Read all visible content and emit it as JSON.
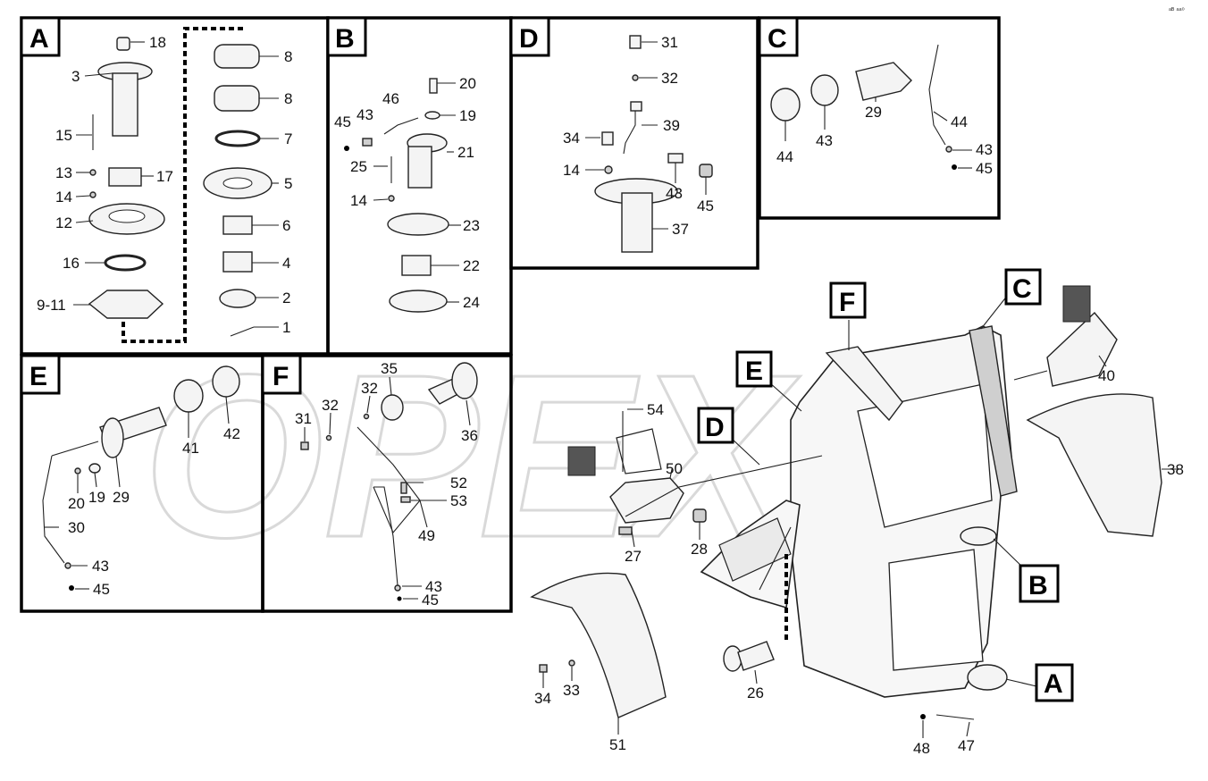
{
  "diagram": {
    "corner_mark": "ᵃᴮ ᵃᵃ⁰",
    "watermark": "OPEX",
    "panels": {
      "A": {
        "letter": "A",
        "labels": [
          "18",
          "3",
          "15",
          "13",
          "17",
          "14",
          "12",
          "16",
          "9-11",
          "8",
          "8",
          "7",
          "5",
          "6",
          "4",
          "2",
          "1"
        ]
      },
      "B": {
        "letter": "B",
        "labels": [
          "20",
          "46",
          "45",
          "43",
          "19",
          "21",
          "25",
          "14",
          "23",
          "22",
          "24"
        ]
      },
      "D": {
        "letter": "D",
        "labels": [
          "31",
          "32",
          "39",
          "34",
          "14",
          "43",
          "45",
          "37"
        ]
      },
      "C": {
        "letter": "C",
        "labels": [
          "29",
          "44",
          "43",
          "44",
          "43",
          "45"
        ]
      },
      "E": {
        "letter": "E",
        "labels": [
          "41",
          "42",
          "20",
          "19",
          "29",
          "30",
          "43",
          "45"
        ]
      },
      "F": {
        "letter": "F",
        "labels": [
          "35",
          "31",
          "32",
          "32",
          "36",
          "52",
          "53",
          "49",
          "43",
          "45"
        ]
      }
    },
    "main": {
      "callouts": [
        "C",
        "F",
        "E",
        "D",
        "B",
        "A"
      ],
      "labels": [
        "54",
        "50",
        "27",
        "28",
        "40",
        "38",
        "26",
        "51",
        "34",
        "33",
        "48",
        "47"
      ]
    }
  }
}
